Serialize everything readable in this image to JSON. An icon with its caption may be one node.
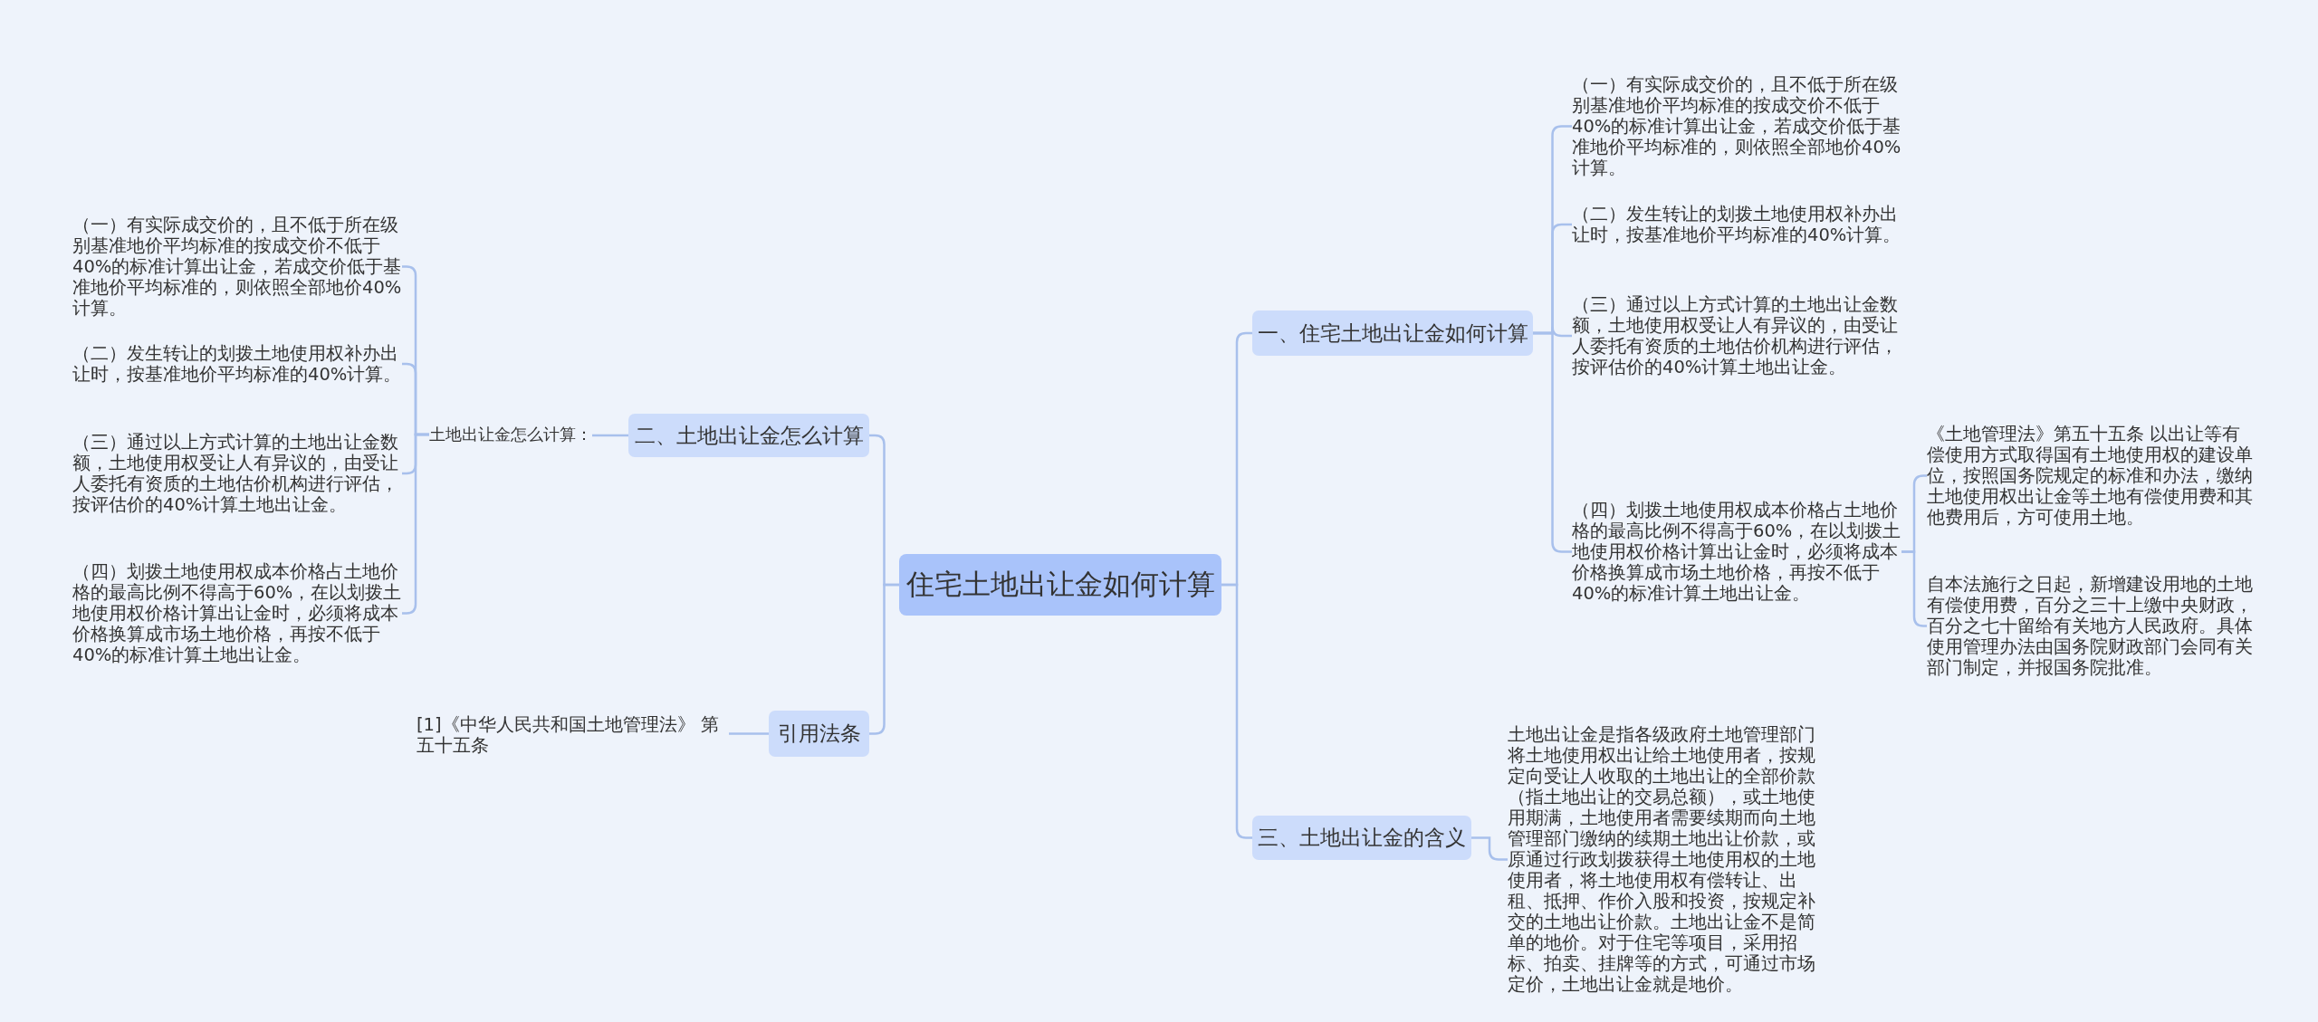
{
  "diagram": {
    "nodes": [
      {
        "text": [
          "住宅土地出让金如何计算"
        ]
      },
      {
        "text": [
          "一、住宅土地出让金如何计算"
        ]
      },
      {
        "text": [
          "（一）有实际成交价的，且不低于所在级别基准地价平均标准的按成交价不低于40%的标准计算出让金，若成交价低于基准地价平均标准的，则依照全部地价40%计算。"
        ]
      },
      {
        "text": [
          "（二）发生转让的划拨土地使用权补办出让时，按基准地价平均标准的40%计算。"
        ]
      },
      {
        "text": [
          "（三）通过以上方式计算的土地出让金数额，土地使用权受让人有异议的，由受让人委托有资质的土地估价机构进行评估，按评估价的40%计算土地出让金。"
        ]
      },
      {
        "text": [
          "（四）划拨土地使用权成本价格占土地价格的最高比例不得高于60%，在以划拨土地使用权价格计算出让金时，必须将成本价格换算成市场土地价格，再按不低于40%的标准计算土地出让金。"
        ]
      },
      {
        "text": [
          "《土地管理法》第五十五条 以出让等有偿使用方式取得国有土地使用权的建设单位，按照国务院规定的标准和办法，缴纳土地使用权出让金等土地有偿使用费和其他费用后，方可使用土地。"
        ]
      },
      {
        "text": [
          "自本法施行之日起，新增建设用地的土地有偿使用费，百分之三十上缴中央财政，百分之七十留给有关地方人民政府。具体使用管理办法由国务院财政部门会同有关部门制定，并报国务院批准。"
        ]
      },
      {
        "text": [
          "三、土地出让金的含义"
        ]
      },
      {
        "text": [
          "土地出让金是指各级政府土地管理部门将土地使用权出让给土地使用者，按规定向受让人收取的土地出让的全部价款（指土地出让的交易总额），或土地使用期满，土地使用者需要续期而向土地管理部门缴纳的续期土地出让价款，或原通过行政划拨获得土地使用权的土地使用者，将土地使用权有偿转让、出租、抵押、作价入股和投资，按规定补交的土地出让价款。土地出让金不是简单的地价。对于住宅等项目，采用招标、拍卖、挂牌等的方式，可通过市场定价，土地出让金就是地价。"
        ]
      },
      {
        "text": [
          "二、土地出让金怎么计算"
        ]
      },
      {
        "text": [
          "土地出让金怎么计算："
        ]
      },
      {
        "text": [
          "（一）有实际成交价的，且不低于所在级别基准地价平均标准的按成交价不低于40%的标准计算出让金，若成交价低于基准地价平均标准的，则依照全部地价40%计算。"
        ]
      },
      {
        "text": [
          "（二）发生转让的划拨土地使用权补办出让时，按基准地价平均标准的40%计算。"
        ]
      },
      {
        "text": [
          "（三）通过以上方式计算的土地出让金数额，土地使用权受让人有异议的，由受让人委托有资质的土地估价机构进行评估，按评估价的40%计算土地出让金。"
        ]
      },
      {
        "text": [
          "（四）划拨土地使用权成本价格占土地价格的最高比例不得高于60%，在以划拨土地使用权价格计算出让金时，必须将成本价格换算成市场土地价格，再按不低于40%的标准计算土地出让金。"
        ]
      },
      {
        "text": [
          "引用法条"
        ]
      },
      {
        "text": [
          "[1]《中华人民共和国土地管理法》 第五十五条"
        ]
      }
    ],
    "edges": [
      {
        "from": 0,
        "to": 1,
        "arrow": "none"
      },
      {
        "from": 1,
        "to": 2,
        "arrow": "none"
      },
      {
        "from": 1,
        "to": 3,
        "arrow": "none"
      },
      {
        "from": 1,
        "to": 4,
        "arrow": "none"
      },
      {
        "from": 1,
        "to": 5,
        "arrow": "none"
      },
      {
        "from": 5,
        "to": 6,
        "arrow": "none"
      },
      {
        "from": 5,
        "to": 7,
        "arrow": "none"
      },
      {
        "from": 0,
        "to": 8,
        "arrow": "none"
      },
      {
        "from": 8,
        "to": 9,
        "arrow": "none"
      },
      {
        "from": 0,
        "to": 10,
        "arrow": "none"
      },
      {
        "from": 10,
        "to": 11,
        "arrow": "none"
      },
      {
        "from": 11,
        "to": 12,
        "arrow": "none"
      },
      {
        "from": 11,
        "to": 13,
        "arrow": "none"
      },
      {
        "from": 11,
        "to": 14,
        "arrow": "none"
      },
      {
        "from": 11,
        "to": 15,
        "arrow": "none"
      },
      {
        "from": 0,
        "to": 16,
        "arrow": "none"
      },
      {
        "from": 16,
        "to": 17,
        "arrow": "none"
      }
    ]
  }
}
